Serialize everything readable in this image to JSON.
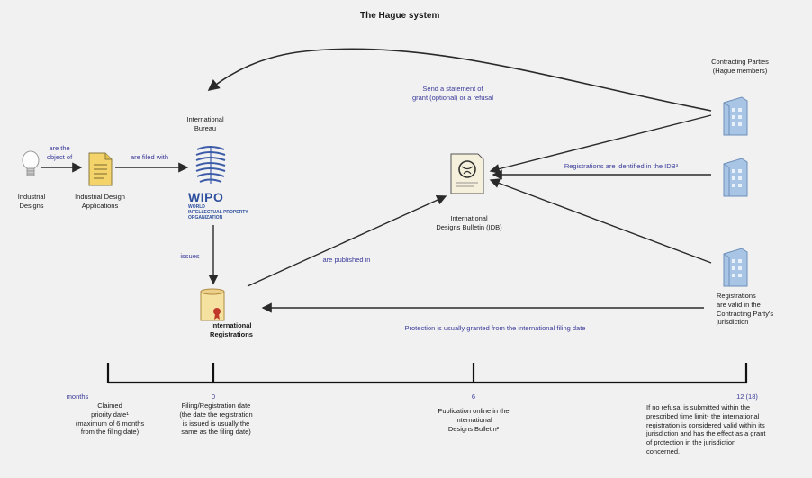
{
  "title": "The Hague system",
  "nodes": {
    "industrial_designs": "Industrial\nDesigns",
    "applications": "Industrial Design\nApplications",
    "bureau": "International\nBureau",
    "wipo": "WIPO",
    "wipo_sub": "WORLD\nINTELLECTUAL PROPERTY\nORGANIZATION",
    "idb": "International\nDesigns Bulletin (IDB)",
    "registrations": "International\nRegistrations",
    "contracting_parties": "Contracting Parties\n(Hague members)",
    "valid": "Registrations\nare valid in the\nContracting Party's\njurisdiction"
  },
  "edges": {
    "object_of": "are the\nobject of",
    "filed_with": "are filed with",
    "issues": "issues",
    "published_in": "are published in",
    "statement": "Send a statement of\ngrant (optional) or a refusal",
    "identified": "Registrations are identified in the IDB³",
    "protection": "Protection is usually granted from the international filing date"
  },
  "timeline": {
    "months": "months",
    "claimed_priority": "Claimed\npriority date¹\n(maximum of 6 months\nfrom the filing date)",
    "zero": "0",
    "filing_date": "Filing/Registration date\n(the date the registration\nis issued is usually the\nsame as the filing date)",
    "six": "6",
    "publication": "Publication online in the\nInternational\nDesigns Bulletin²",
    "twelve": "12 (18)",
    "no_refusal": "If no refusal  is submitted within  the\nprescribed time limit⁴ the international\nregistration is considered valid within its\njurisdiction and has the effect as a grant\nof protection in the  jurisdiction\nconcerned."
  },
  "colors": {
    "accent": "#3a3a9a",
    "line": "#2a2a2a",
    "building": "#8fb3d9"
  }
}
